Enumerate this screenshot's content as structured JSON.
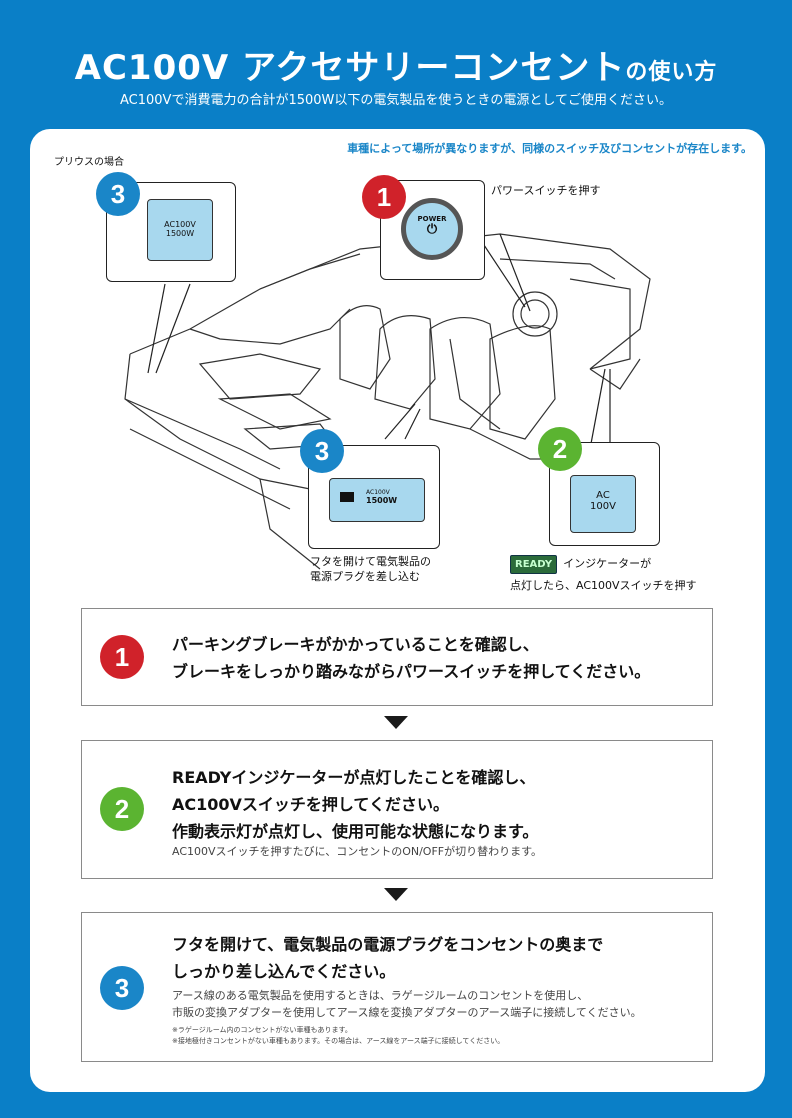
{
  "header": {
    "title_main": "AC100V アクセサリーコンセント",
    "title_suffix": "の使い方",
    "subtitle": "AC100Vで消費電力の合計が1500W以下の電気製品を使うときの電源としてご使用ください。"
  },
  "panel": {
    "top_note": "車種によって場所が異なりますが、同様のスイッチ及びコンセントが存在します。",
    "prius_label": "プリウスの場合"
  },
  "illustration": {
    "callout_3_upper": {
      "badge": "3",
      "outlet_line1": "AC100V",
      "outlet_line2": "1500W"
    },
    "callout_1": {
      "badge": "1",
      "button_label": "POWER",
      "button_symbol": "⏻",
      "caption": "パワースイッチを押す"
    },
    "callout_3_lower": {
      "badge": "3",
      "outlet_line1": "AC100V",
      "outlet_line2": "1500W",
      "caption_line1": "フタを開けて電気製品の",
      "caption_line2": "電源プラグを差し込む"
    },
    "callout_2": {
      "badge": "2",
      "switch_line1": "AC",
      "switch_line2": "100V",
      "ready_tag": "READY",
      "caption_line1": "インジケーターが",
      "caption_line2": "点灯したら、AC100Vスイッチを押す"
    }
  },
  "steps": [
    {
      "badge": "1",
      "main_line1": "パーキングブレーキがかかっていることを確認し、",
      "main_line2": "ブレーキをしっかり踏みながらパワースイッチを押してください。"
    },
    {
      "badge": "2",
      "main_line1": "READYインジケーターが点灯したことを確認し、",
      "main_line2": "AC100Vスイッチを押してください。",
      "main_line3": "作動表示灯が点灯し、使用可能な状態になります。",
      "sub_line1": "AC100Vスイッチを押すたびに、コンセントのON/OFFが切り替わります。"
    },
    {
      "badge": "3",
      "main_line1": "フタを開けて、電気製品の電源プラグをコンセントの奥まで",
      "main_line2": "しっかり差し込んでください。",
      "sub_line1": "アース線のある電気製品を使用するときは、ラゲージルームのコンセントを使用し、",
      "sub_line2": "市販の変換アダプターを使用してアース線を変換アダプターのアース端子に接続してください。",
      "fine_line1": "※ラゲージルーム内のコンセントがない車種もあります。",
      "fine_line2": "※接地極付きコンセントがない車種もあります。その場合は、アース線をアース端子に接続してください。"
    }
  ],
  "colors": {
    "background": "#0a7fc7",
    "badge_red": "#d0222a",
    "badge_green": "#5bb431",
    "badge_blue": "#1a86c8",
    "outlet_fill": "#a8d8ee"
  }
}
